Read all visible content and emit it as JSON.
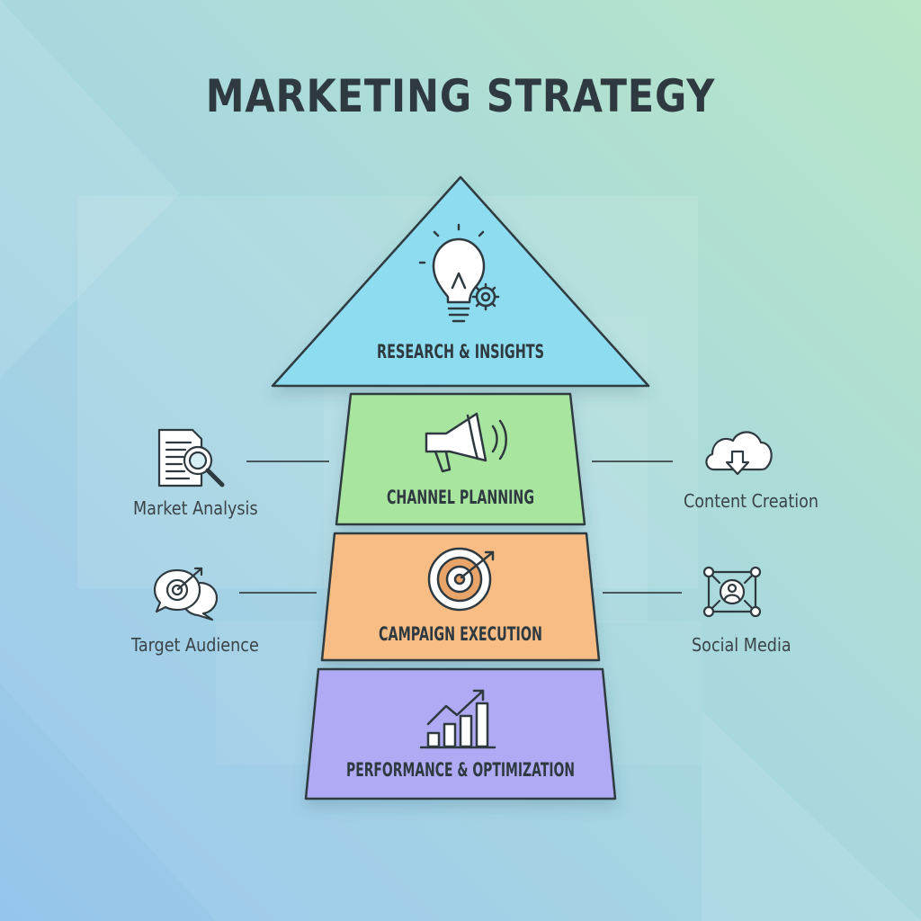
{
  "title": "MARKETING STRATEGY",
  "pyramid": {
    "top": {
      "label": "RESEARCH & INSIGHTS",
      "icon": "lightbulb-gear-icon",
      "color": "#8ddcef"
    },
    "layers": [
      {
        "label": "CHANNEL PLANNING",
        "icon": "megaphone-icon",
        "color": "#a8e6a0"
      },
      {
        "label": "CAMPAIGN EXECUTION",
        "icon": "target-icon",
        "color": "#f7bd85"
      },
      {
        "label": "PERFORMANCE & OPTIMIZATION",
        "icon": "growth-chart-icon",
        "color": "#b0aaf4"
      }
    ]
  },
  "left_items": [
    {
      "label": "Market Analysis",
      "icon": "document-search-icon"
    },
    {
      "label": "Target Audience",
      "icon": "chat-target-icon"
    }
  ],
  "right_items": [
    {
      "label": "Content Creation",
      "icon": "cloud-download-icon"
    },
    {
      "label": "Social Media",
      "icon": "network-user-icon"
    }
  ],
  "colors": {
    "outline": "#2f3a40",
    "text": "#2f3a40",
    "connector": "#3a4448"
  }
}
